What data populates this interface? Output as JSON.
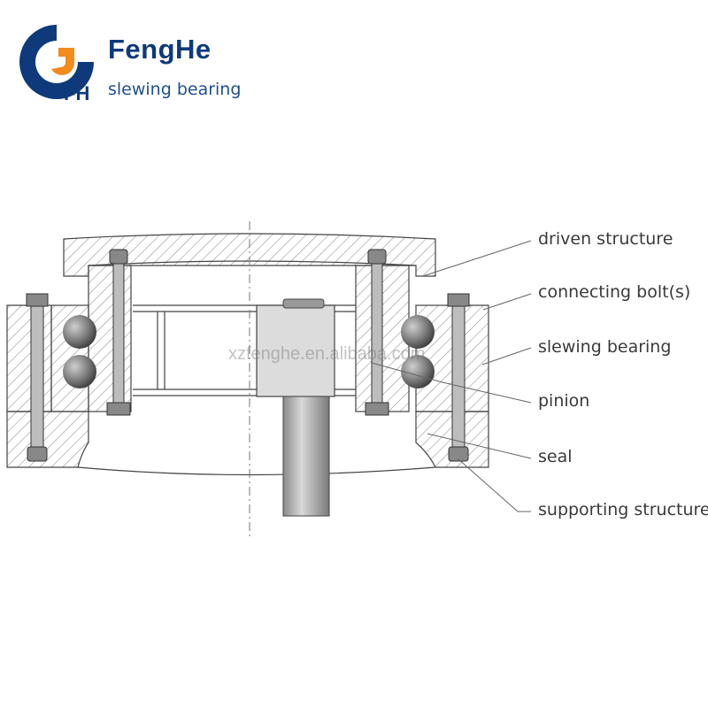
{
  "brand": {
    "name": "FengHe",
    "tagline": "slewing bearing",
    "monogram": "FH",
    "colors": {
      "navy": "#0e3a7c",
      "orange": "#f28c1b"
    }
  },
  "watermark": "xzfenghe.en.alibaba.com",
  "labels": [
    "driven structure",
    "connecting bolt(s)",
    "slewing bearing",
    "pinion",
    "seal",
    "supporting structure"
  ]
}
